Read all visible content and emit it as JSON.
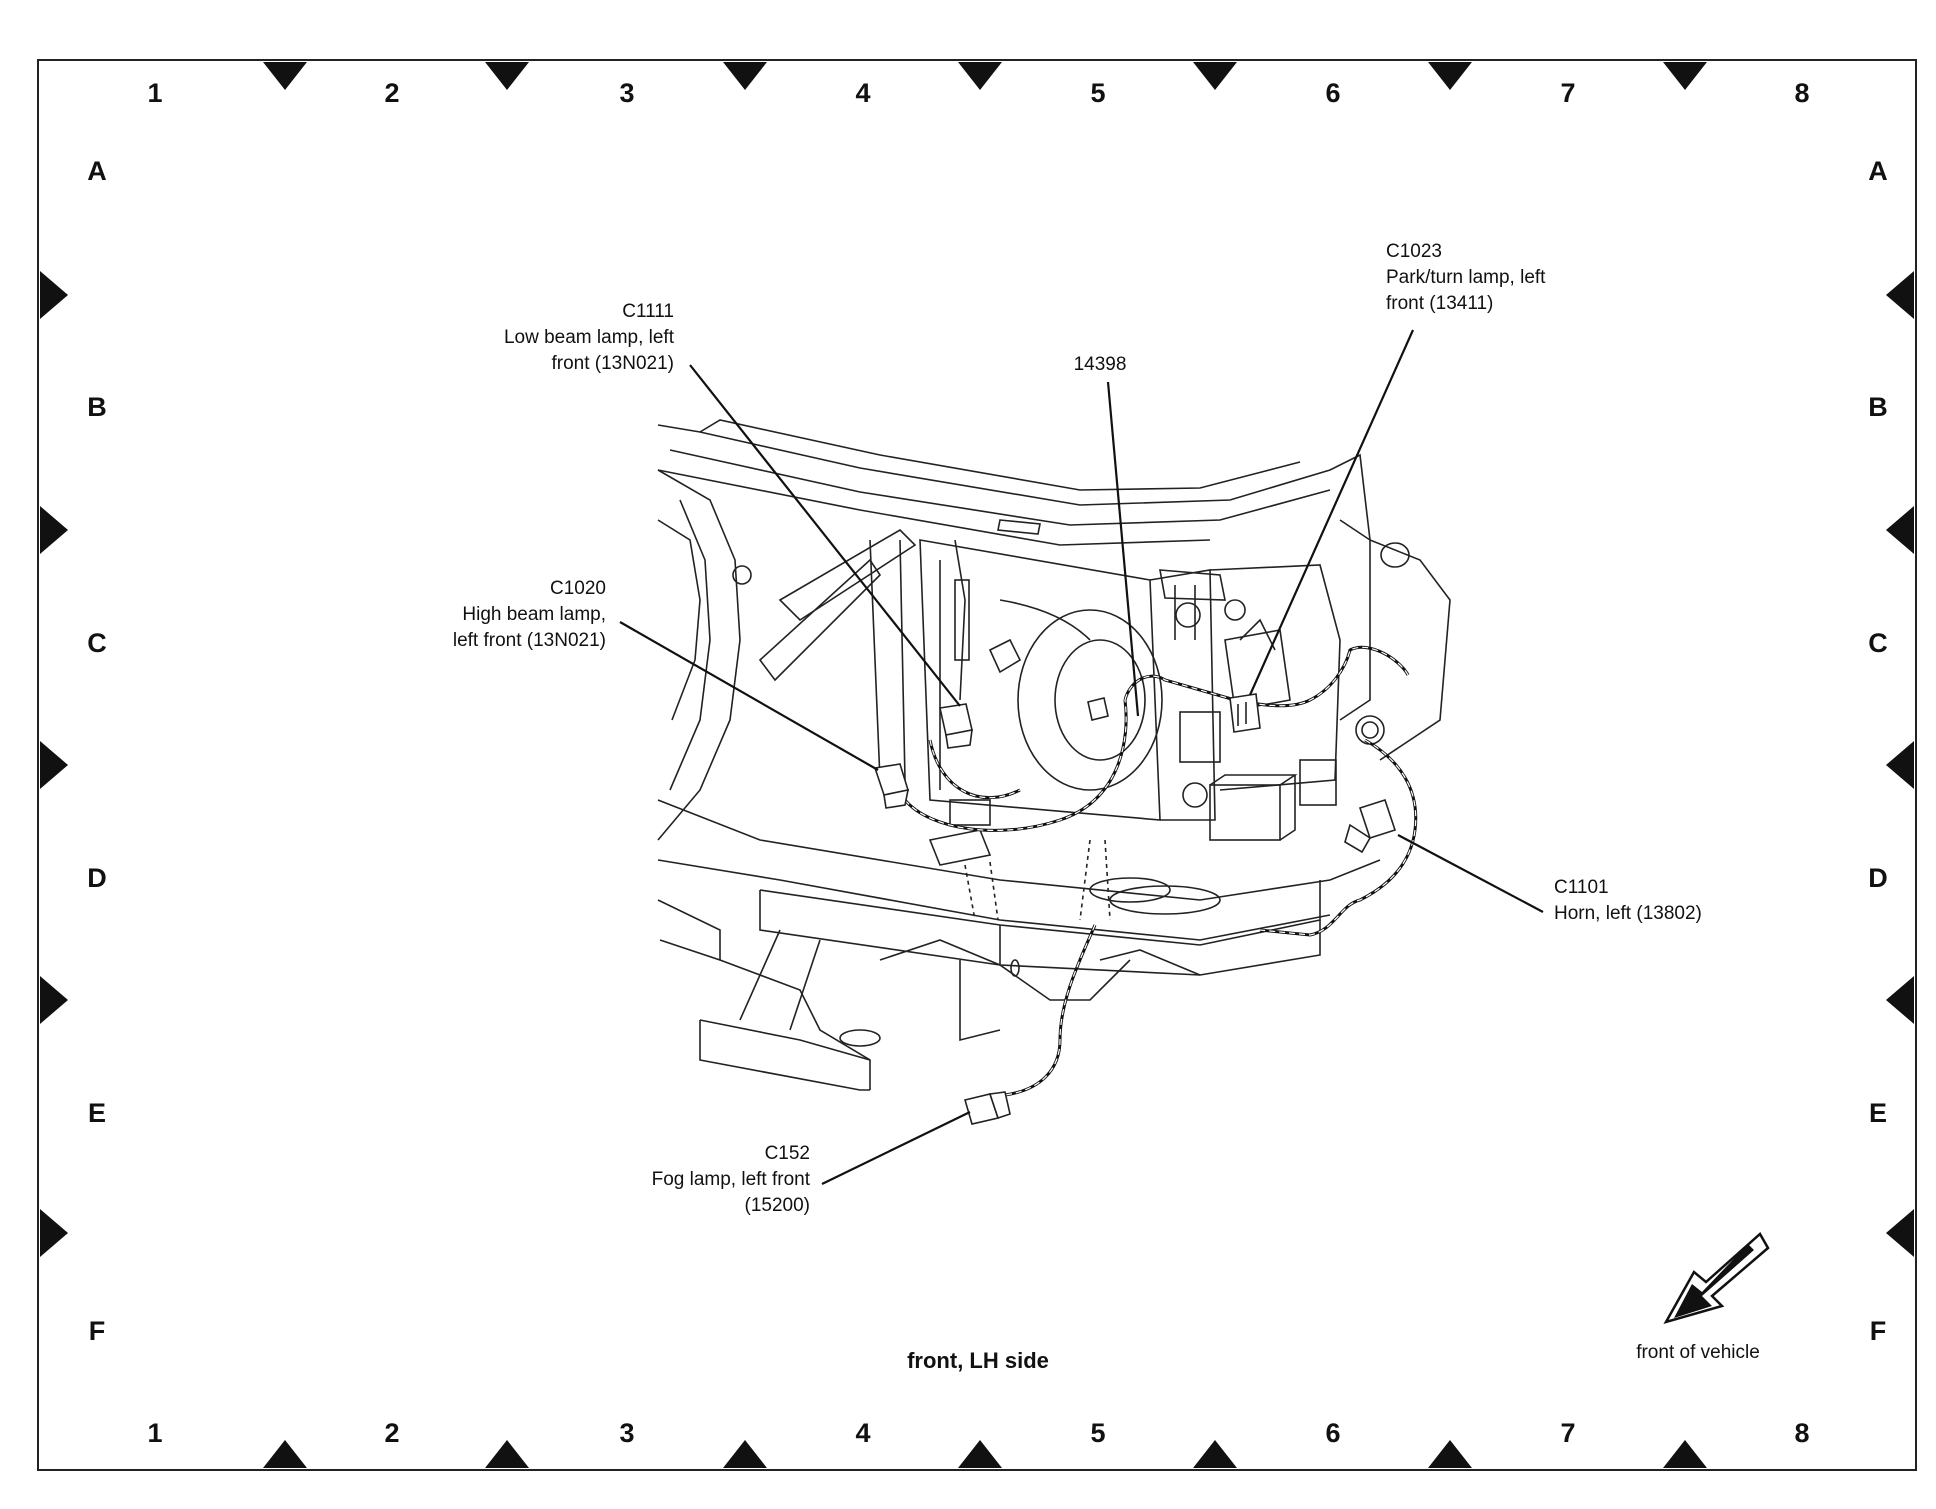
{
  "grid": {
    "columns": [
      "1",
      "2",
      "3",
      "4",
      "5",
      "6",
      "7",
      "8"
    ],
    "rows": [
      "A",
      "B",
      "C",
      "D",
      "E",
      "F"
    ]
  },
  "callouts": [
    {
      "id": "c1111",
      "lines": [
        "C1111",
        "Low beam lamp, left",
        "front (13N021)"
      ]
    },
    {
      "id": "c1023",
      "lines": [
        "C1023",
        "Park/turn lamp, left",
        "front (13411)"
      ]
    },
    {
      "id": "h14398",
      "lines": [
        "14398"
      ]
    },
    {
      "id": "c1020",
      "lines": [
        "C1020",
        "High beam lamp,",
        "left front (13N021)"
      ]
    },
    {
      "id": "c1101",
      "lines": [
        "C1101",
        "Horn, left (13802)"
      ]
    },
    {
      "id": "c152",
      "lines": [
        "C152",
        "Fog lamp, left front",
        "(15200)"
      ]
    }
  ],
  "caption": "front, LH side",
  "orientation_label": "front of vehicle"
}
